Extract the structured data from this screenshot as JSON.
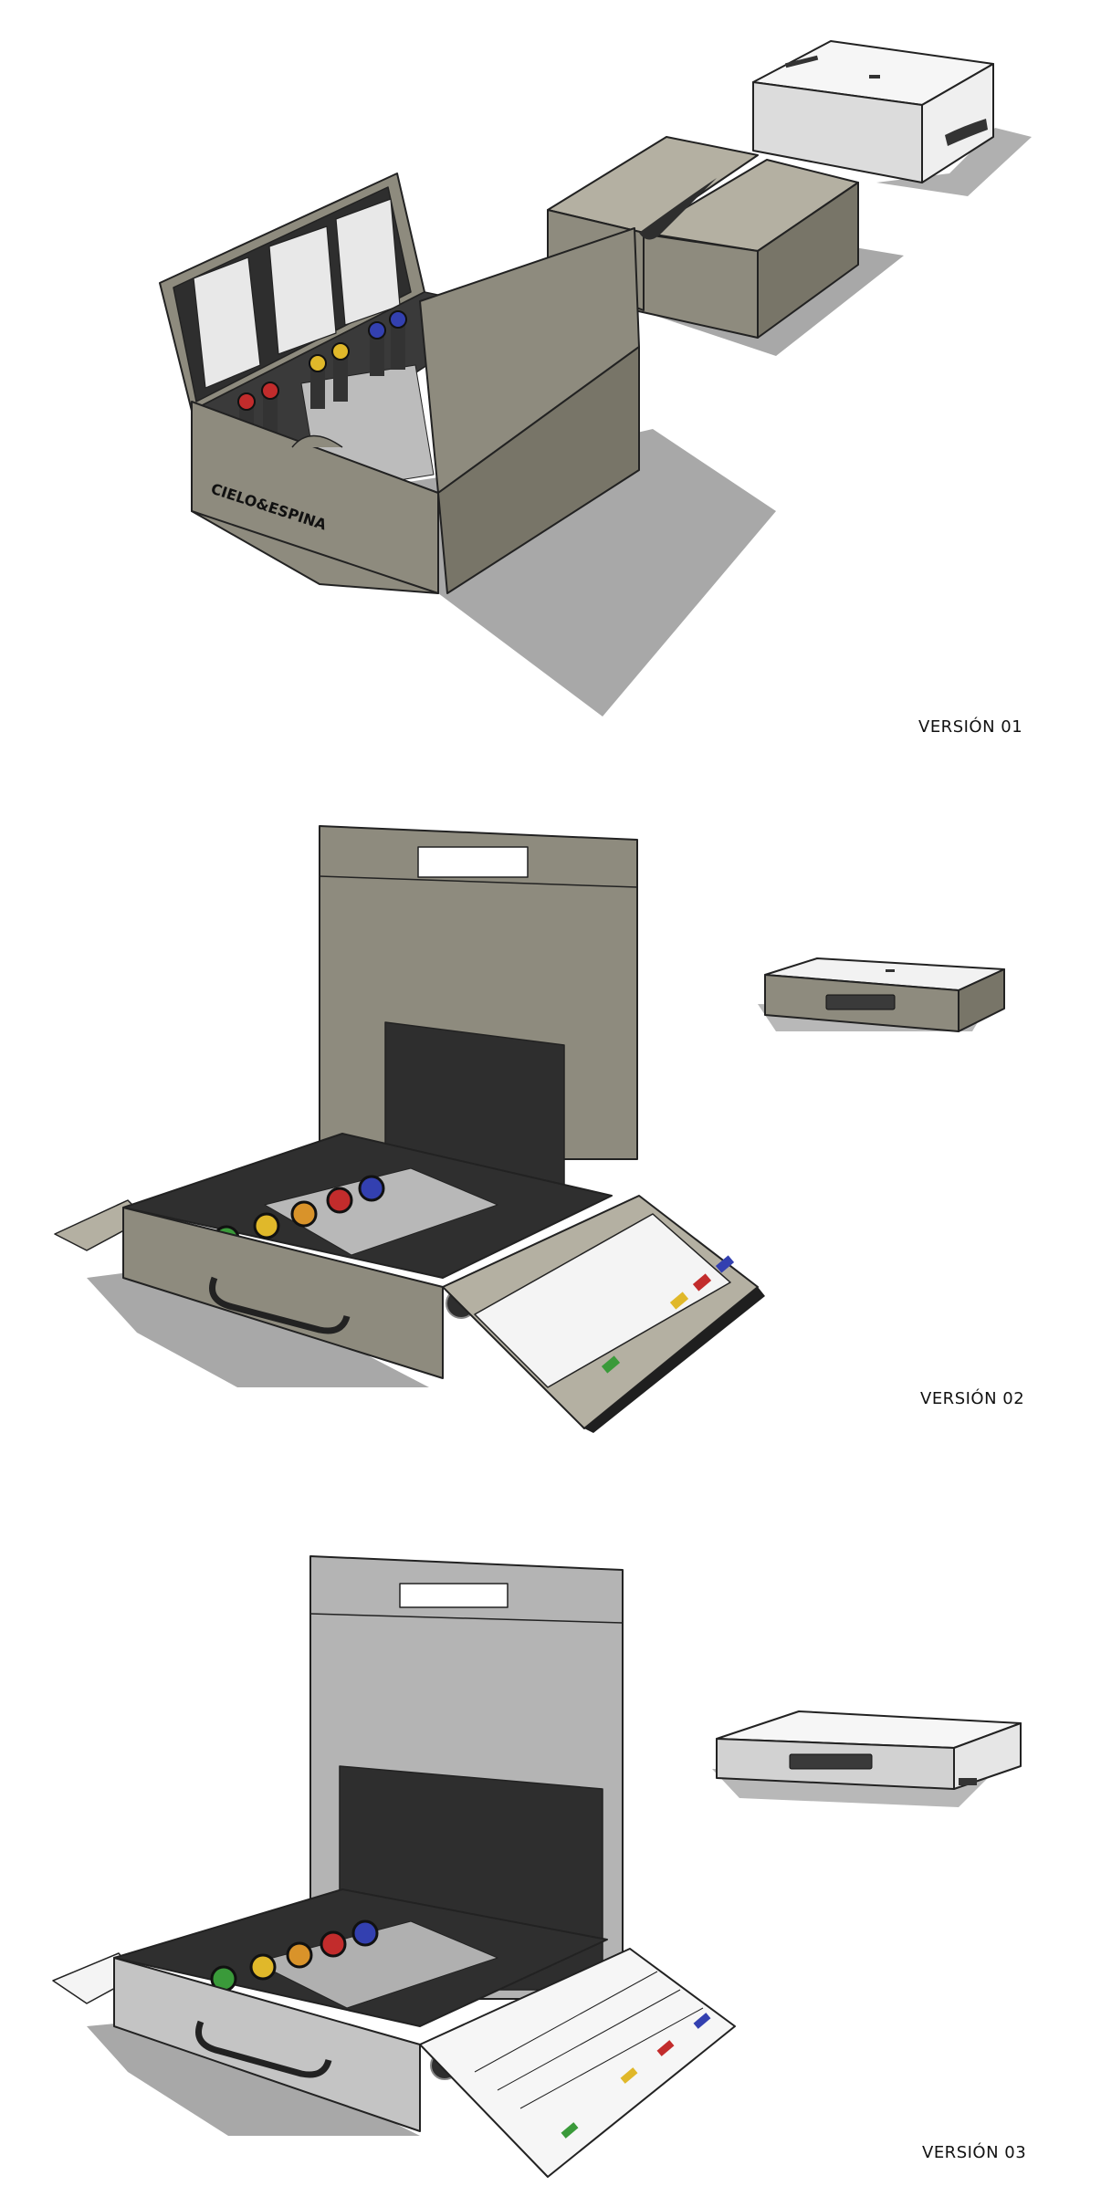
{
  "versions": [
    {
      "id": "v1",
      "label": "VERSIÓN 01",
      "brand_text": "CIELO&ESPINA"
    },
    {
      "id": "v2",
      "label": "VERSIÓN 02"
    },
    {
      "id": "v3",
      "label": "VERSIÓN 03"
    }
  ],
  "colors": {
    "taupe": "#8e8b7e",
    "taupe_dark": "#787568",
    "taupe_light": "#b4b0a2",
    "interior": "#2e2e2e",
    "light_gray": "#c4c4c4",
    "shadow": "#a8a8a8",
    "white_box": "#f6f6f6",
    "token_blue": "#3340b0",
    "token_red": "#c22c2c",
    "token_yellow": "#e0b82a",
    "token_orange": "#d9932a",
    "token_green": "#3a9a3a"
  }
}
